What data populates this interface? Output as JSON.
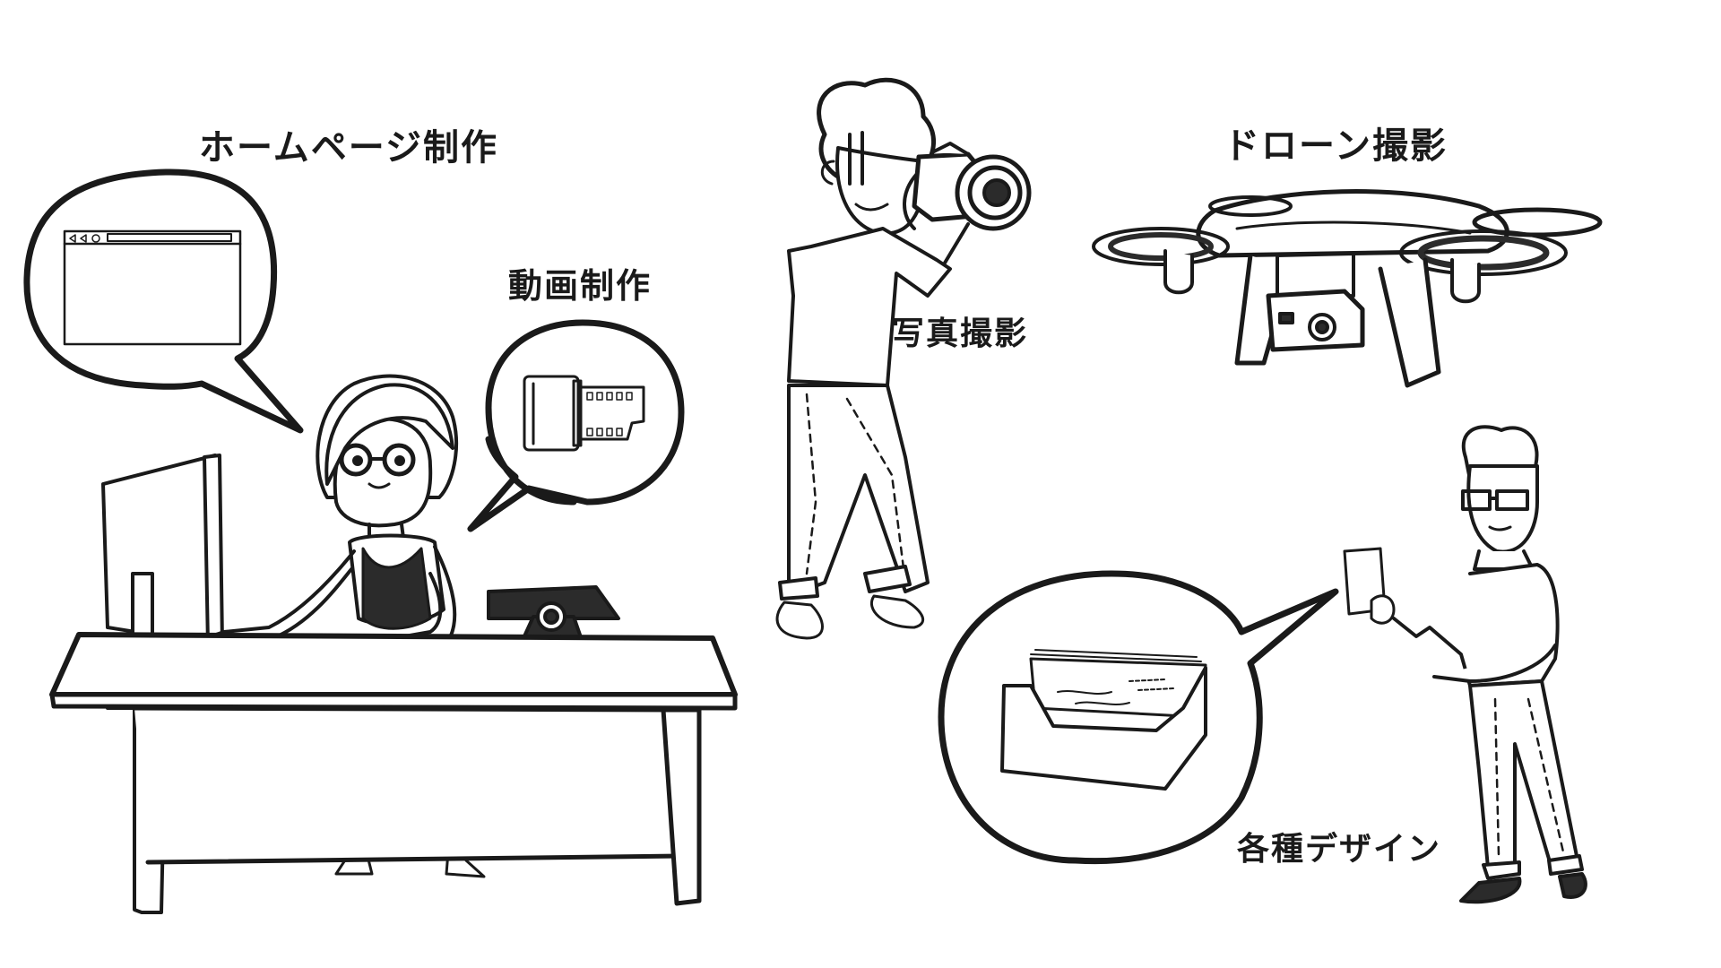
{
  "labels": {
    "homepage": "ホームページ制作",
    "video": "動画制作",
    "photo": "写真撮影",
    "drone": "ドローン撮影",
    "design": "各種デザイン"
  },
  "colors": {
    "ink": "#1a1a1a",
    "fill_dark": "#2b2b2b",
    "background": "#ffffff"
  }
}
